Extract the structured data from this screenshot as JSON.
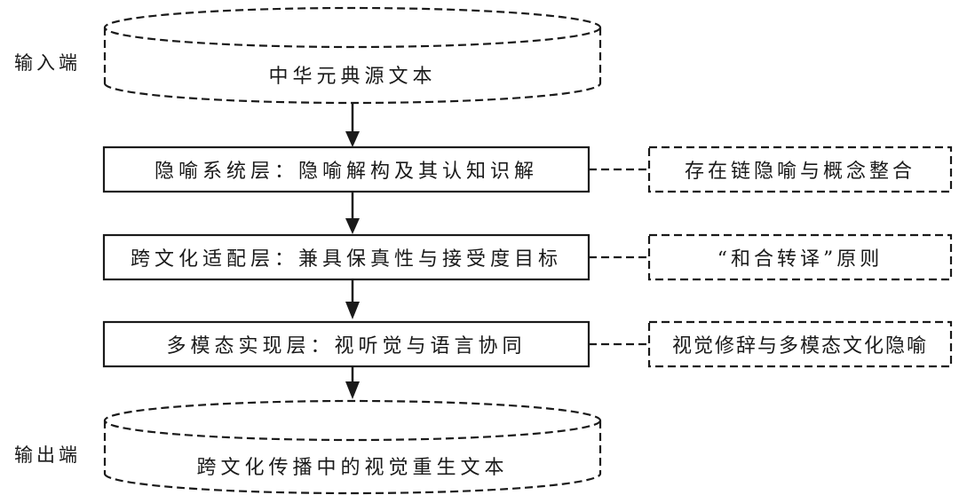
{
  "diagram": {
    "input_label": "输入端",
    "output_label": "输出端",
    "input_node": {
      "text": "中华元典源文本",
      "shape": "cylinder",
      "border": "dashed"
    },
    "layers": [
      {
        "text": "隐喻系统层：隐喻解构及其认知识解",
        "side_note": "存在链隐喻与概念整合"
      },
      {
        "text": "跨文化适配层：兼具保真性与接受度目标",
        "side_note": "“和合转译”原则"
      },
      {
        "text": "多模态实现层：视听觉与语言协同",
        "side_note": "视觉修辞与多模态文化隐喻"
      }
    ],
    "output_node": {
      "text": "跨文化传播中的视觉重生文本",
      "shape": "cylinder",
      "border": "dashed"
    },
    "colors": {
      "stroke": "#1a1a1a",
      "background": "#ffffff"
    }
  }
}
